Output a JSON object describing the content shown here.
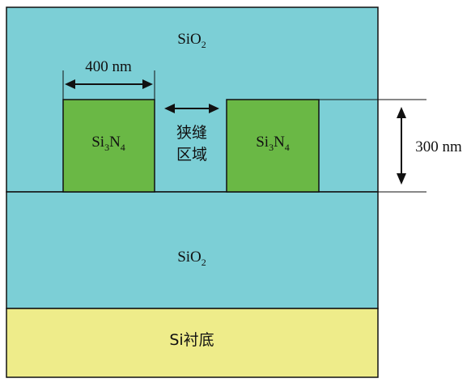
{
  "colors": {
    "oxide": "#7ccfd6",
    "nitride": "#6ab845",
    "substrate": "#eeec8a",
    "outline": "#111111",
    "background": "#ffffff"
  },
  "labels": {
    "top_oxide": {
      "base": "SiO",
      "sub": "2"
    },
    "bottom_oxide": {
      "base": "SiO",
      "sub": "2"
    },
    "left_waveguide": {
      "base": "Si",
      "sub1": "3",
      "mid": "N",
      "sub2": "4"
    },
    "right_waveguide": {
      "base": "Si",
      "sub1": "3",
      "mid": "N",
      "sub2": "4"
    },
    "slot_region": {
      "line1": "狭缝",
      "line2": "区域"
    },
    "substrate": "Si衬底",
    "width_dim": "400 nm",
    "height_dim": "300 nm"
  }
}
